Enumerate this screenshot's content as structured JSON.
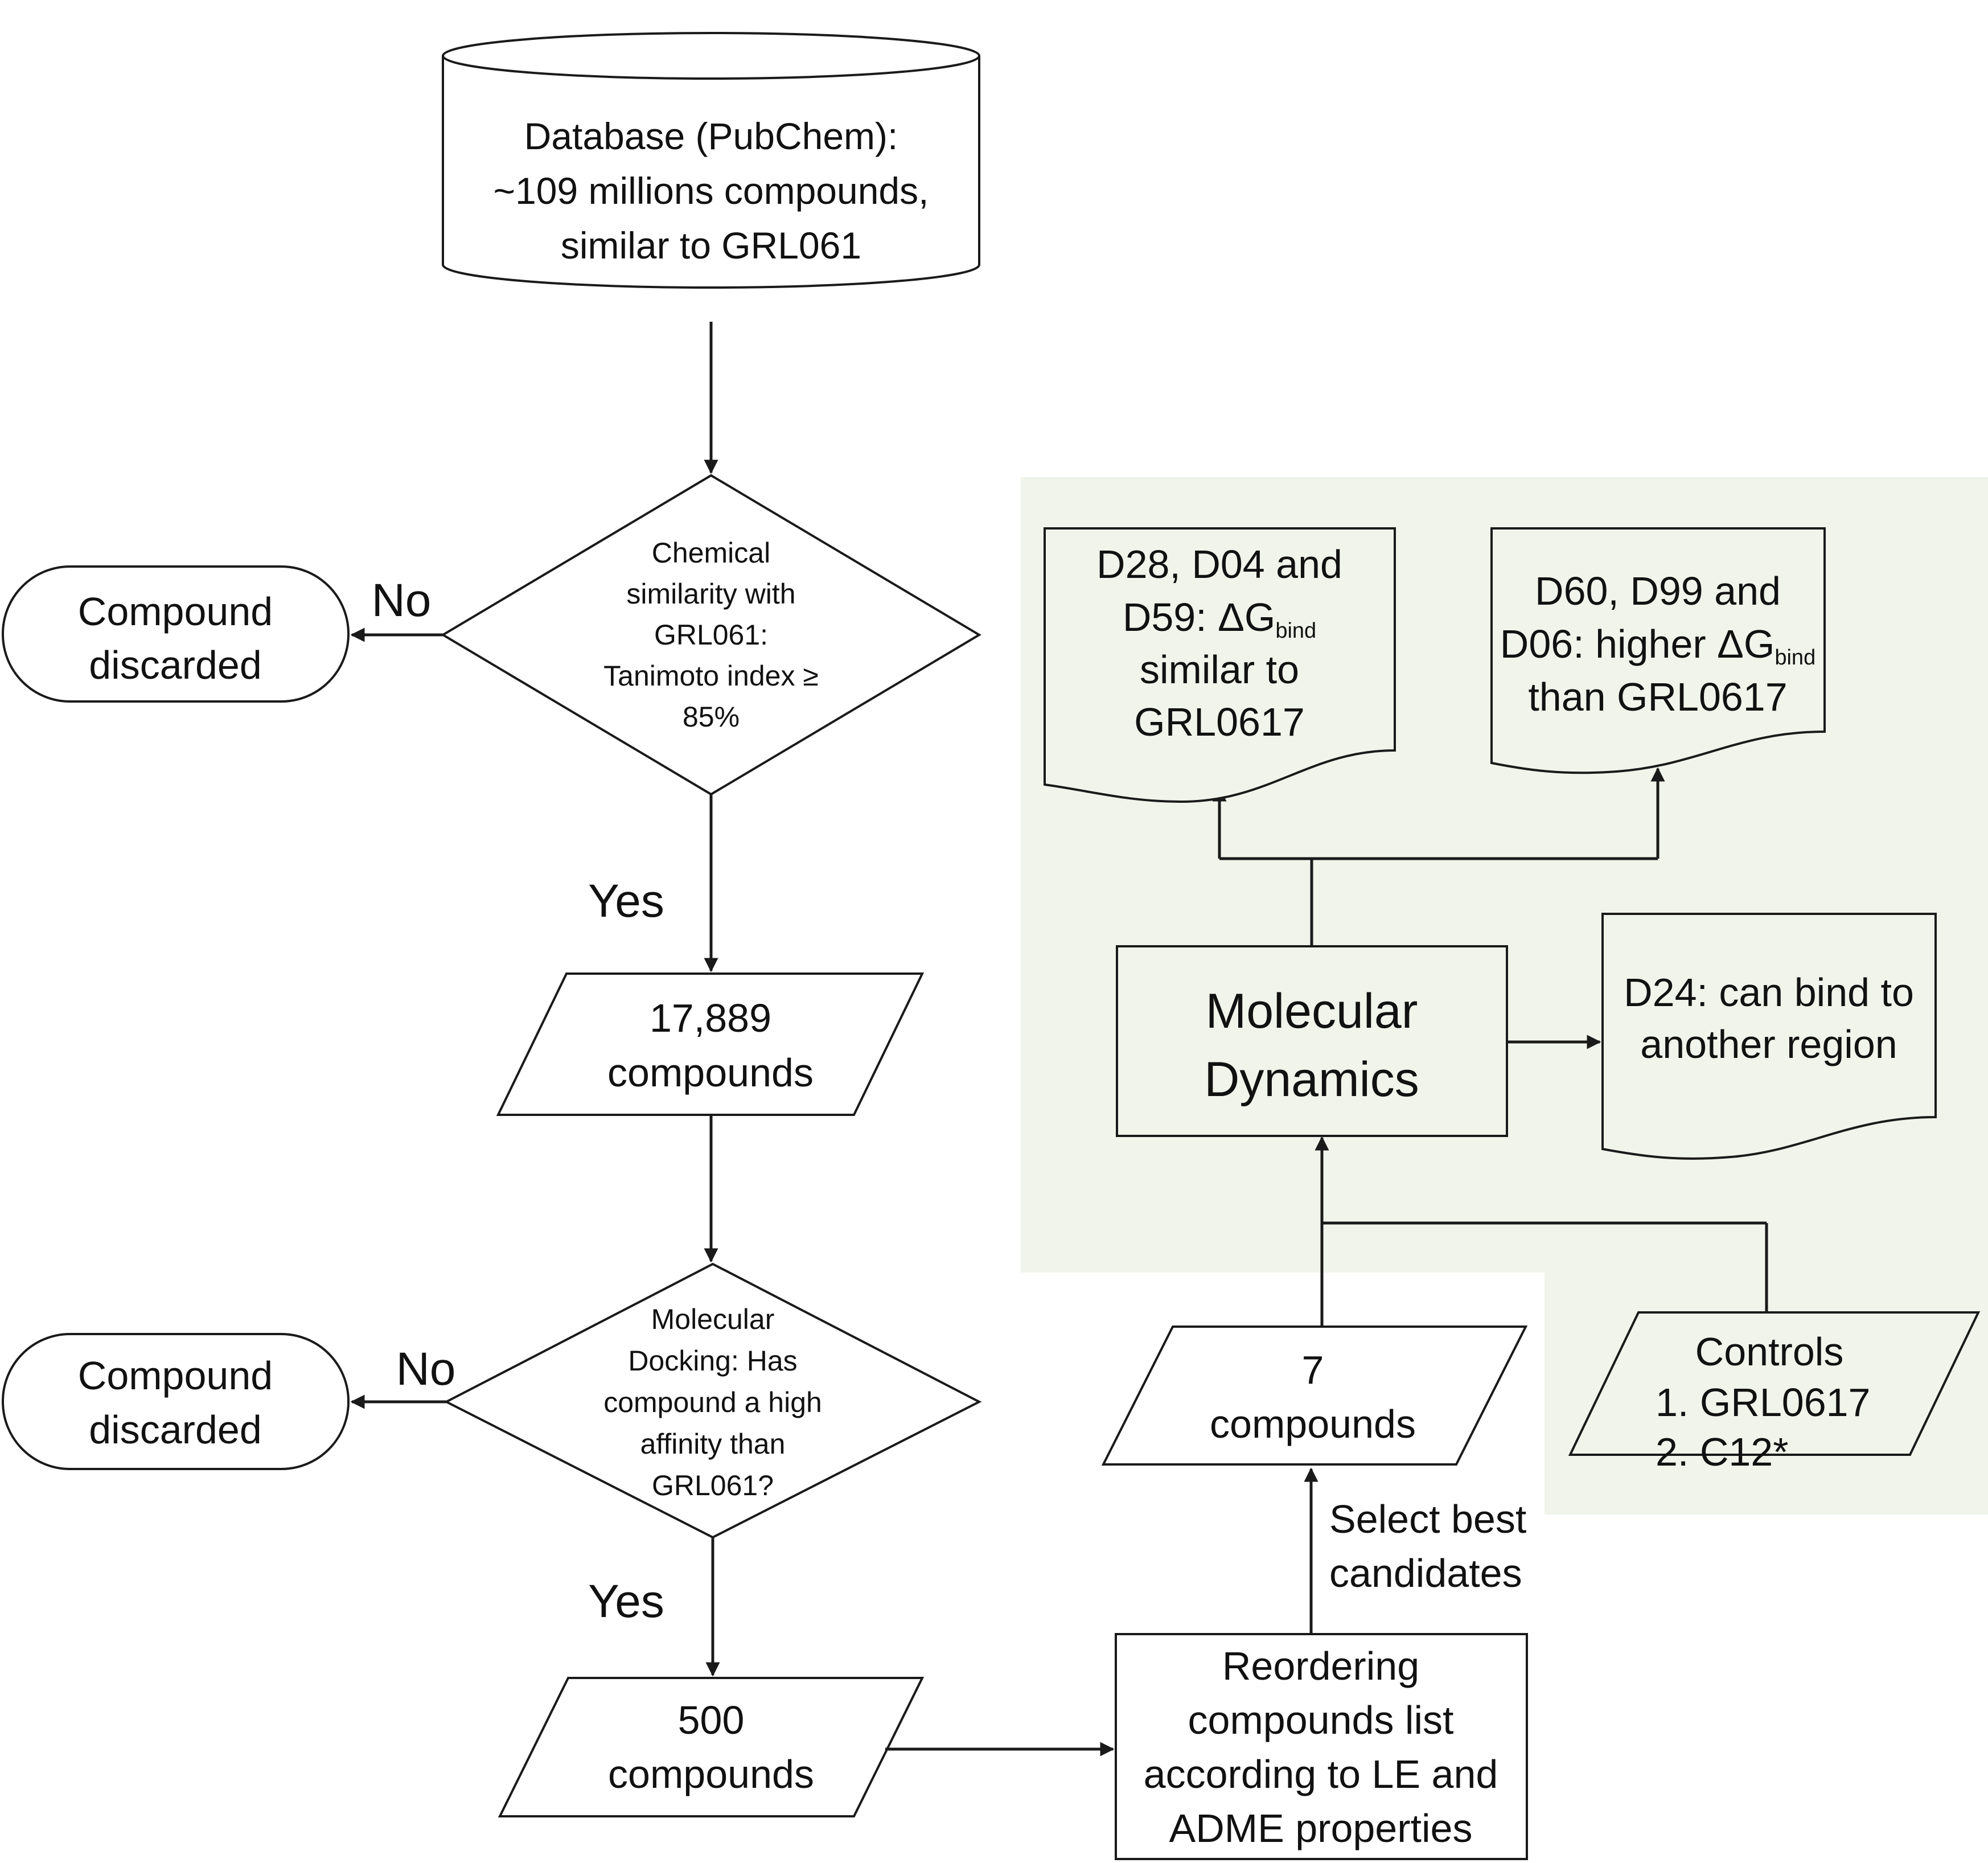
{
  "database": {
    "line1": "Database (PubChem):",
    "line2": "~109 millions compounds,",
    "line3": "similar to GRL061"
  },
  "decision1": {
    "line1": "Chemical",
    "line2": "similarity with",
    "line3": "GRL061:",
    "line4": "Tanimoto index ≥",
    "line5": "85%",
    "no_label": "No",
    "yes_label": "Yes"
  },
  "discard1": {
    "line1": "Compound",
    "line2": "discarded"
  },
  "result1": {
    "line1": "17,889",
    "line2": "compounds"
  },
  "decision2": {
    "line1": "Molecular",
    "line2": "Docking: Has",
    "line3": "compound a high",
    "line4": "affinity than",
    "line5": "GRL061?",
    "no_label": "No",
    "yes_label": "Yes"
  },
  "discard2": {
    "line1": "Compound",
    "line2": "discarded"
  },
  "result2": {
    "line1": "500",
    "line2": "compounds"
  },
  "reorder": {
    "line1": "Reordering",
    "line2": "compounds list",
    "line3": "according to LE and",
    "line4": "ADME properties"
  },
  "select_label": {
    "line1": "Select best",
    "line2": "candidates"
  },
  "result3": {
    "line1": "7",
    "line2": "compounds"
  },
  "controls": {
    "title": "Controls",
    "item1": "1. GRL0617",
    "item2": "2. C12*"
  },
  "md": {
    "line1": "Molecular",
    "line2": "Dynamics"
  },
  "doc_similar": {
    "line1": "D28, D04 and",
    "line2_pre": "D59: ΔG",
    "line2_sub": "bind",
    "line3": "similar to",
    "line4": "GRL0617"
  },
  "doc_higher": {
    "line1": "D60, D99 and",
    "line2_pre": "D06: higher ΔG",
    "line2_sub": "bind",
    "line3": "than GRL0617"
  },
  "doc_d24": {
    "line1": "D24: can bind to",
    "line2": "another region"
  },
  "colors": {
    "panel": "#f1f4ea",
    "stroke": "#1a1a1a",
    "text": "#111111"
  }
}
